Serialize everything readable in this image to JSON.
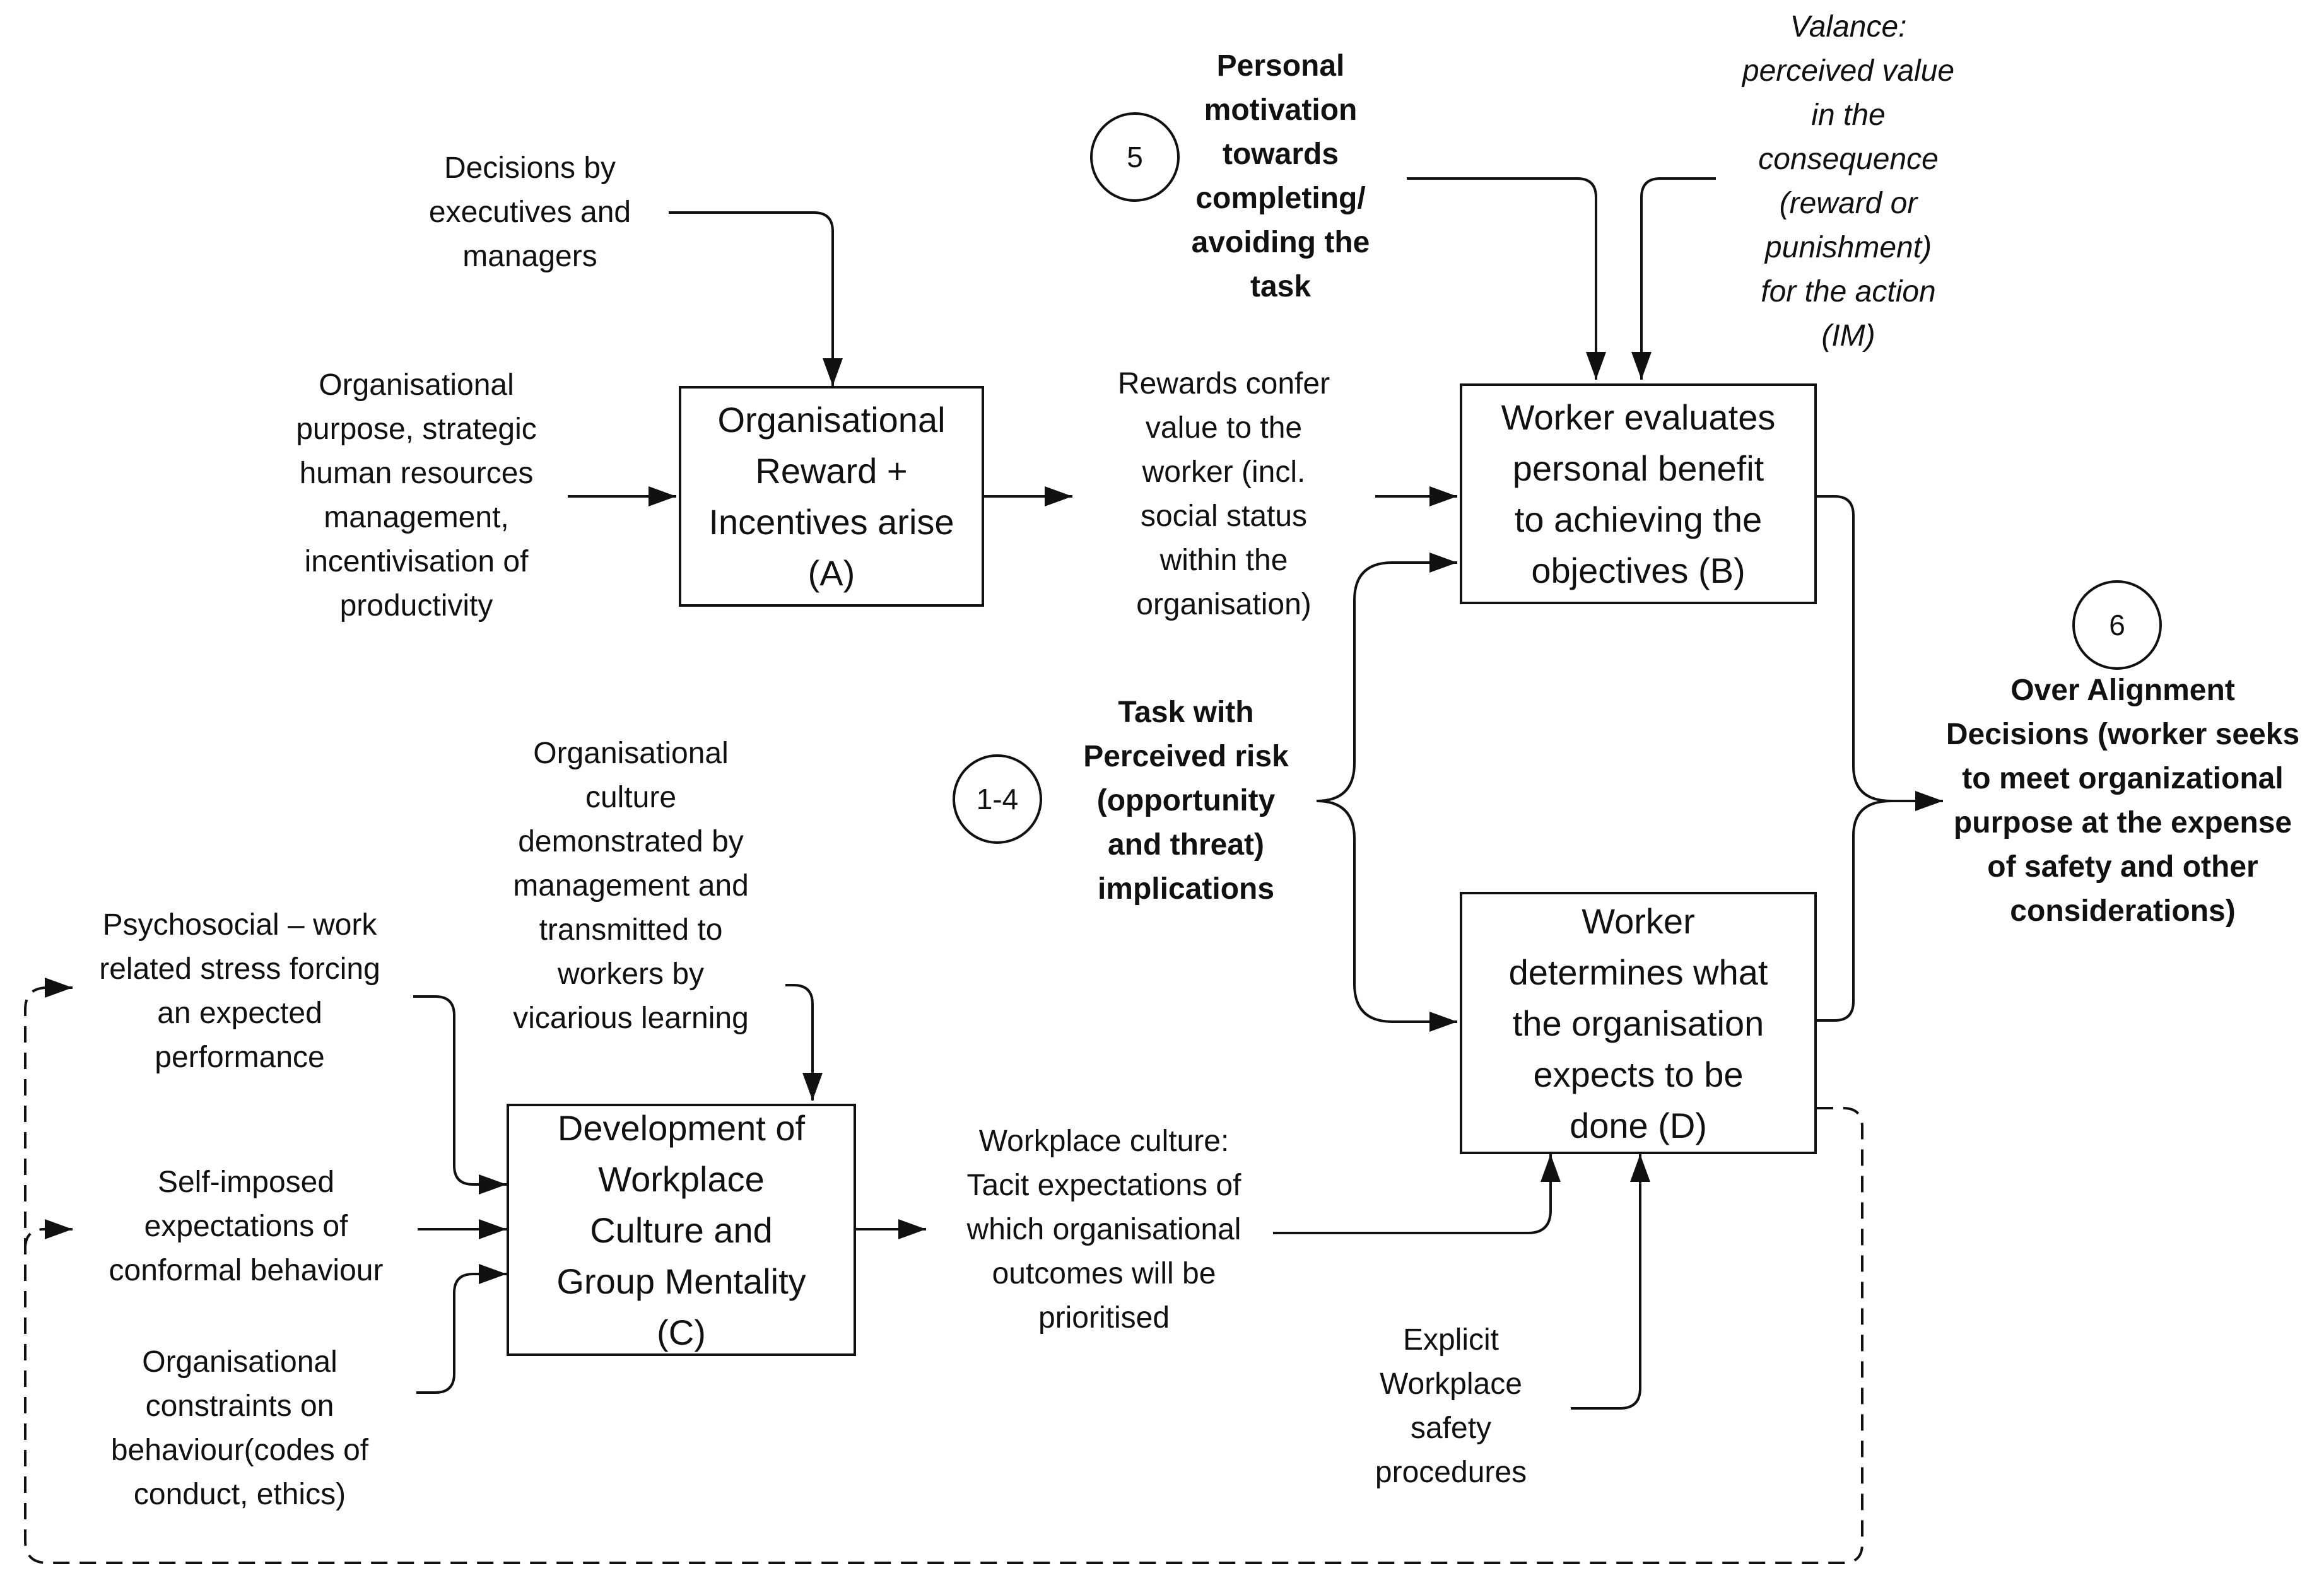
{
  "boxes": {
    "reward": "Organisational\nReward +\nIncentives arise\n(A)",
    "evaluate": "Worker evaluates\npersonal benefit\nto achieving the\nobjectives (B)",
    "culture": "Development of\nWorkplace\nCulture and\nGroup Mentality\n(C)",
    "determine": "Worker\ndetermines what\nthe organisation\nexpects to be\ndone (D)"
  },
  "markers": {
    "m5": "5",
    "m6": "6",
    "m14": "1-4"
  },
  "labels": {
    "decisions": "Decisions by\nexecutives and\nmanagers",
    "purpose": "Organisational\npurpose, strategic\nhuman resources\nmanagement,\nincentivisation of\nproductivity",
    "rewards_value": "Rewards confer\nvalue to the\nworker  (incl.\nsocial status\nwithin the\norganisation)",
    "motivation": "Personal\nmotivation\ntowards\ncompleting/\navoiding the\ntask",
    "valance": "Valance:\nperceived value\nin the\nconsequence\n(reward or\npunishment)\nfor the action\n(IM)",
    "task_risk": "Task with\nPerceived  risk\n(opportunity\nand threat)\nimplications",
    "over_alignment": "Over Alignment\nDecisions (worker seeks\nto meet organizational\npurpose at the expense\nof safety and other\nconsiderations)",
    "org_culture": "Organisational\nculture\ndemonstrated by\nmanagement and\ntransmitted to\nworkers by\nvicarious learning",
    "psychosocial": "Psychosocial – work\nrelated stress forcing\nan expected\nperformance",
    "self_imposed": "Self-imposed\nexpectations of\nconformal behaviour",
    "constraints": "Organisational\nconstraints on\nbehaviour(codes of\nconduct, ethics)",
    "workplace_culture": "Workplace culture:\nTacit expectations of\nwhich organisational\noutcomes will be\nprioritised",
    "explicit": "Explicit\nWorkplace\nsafety\nprocedures"
  }
}
